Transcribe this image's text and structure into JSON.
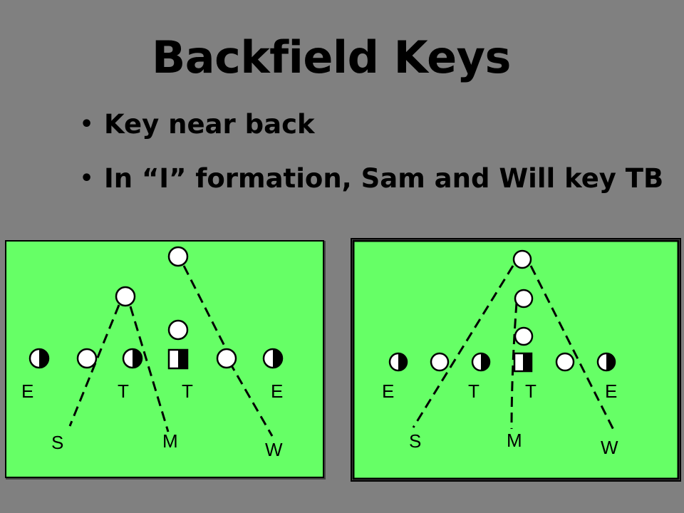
{
  "slide": {
    "title": "Backfield Keys",
    "bullets": [
      "Key near back",
      "In “I” formation, Sam and Will key TB"
    ]
  },
  "colors": {
    "background": "#808080",
    "field": "#66ff66",
    "text": "#000000"
  },
  "diagrams": [
    {
      "labels": {
        "e_left": "E",
        "t_left": "T",
        "t_right": "T",
        "e_right": "E",
        "s": "S",
        "m": "M",
        "w": "W"
      }
    },
    {
      "labels": {
        "e_left": "E",
        "t_left": "T",
        "t_right": "T",
        "e_right": "E",
        "s": "S",
        "m": "M",
        "w": "W"
      }
    }
  ]
}
